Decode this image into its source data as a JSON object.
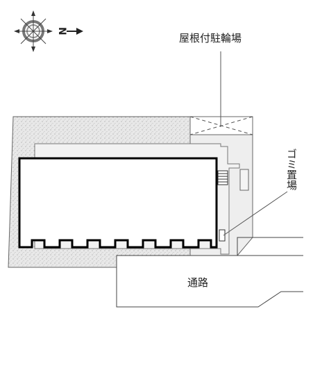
{
  "compass": {
    "icon": "compass-rose-icon",
    "north_letter": "N"
  },
  "labels": {
    "roofed_bicycle_parking": "屋根付駐輪場",
    "garbage_area": "ゴミ置場",
    "passage": "通路"
  },
  "colors": {
    "stipple_ground": "#e6e6e6",
    "paved_area": "#eeeeee",
    "building_fill": "#ffffff",
    "outline": "#555555",
    "building_outline": "#000000"
  }
}
